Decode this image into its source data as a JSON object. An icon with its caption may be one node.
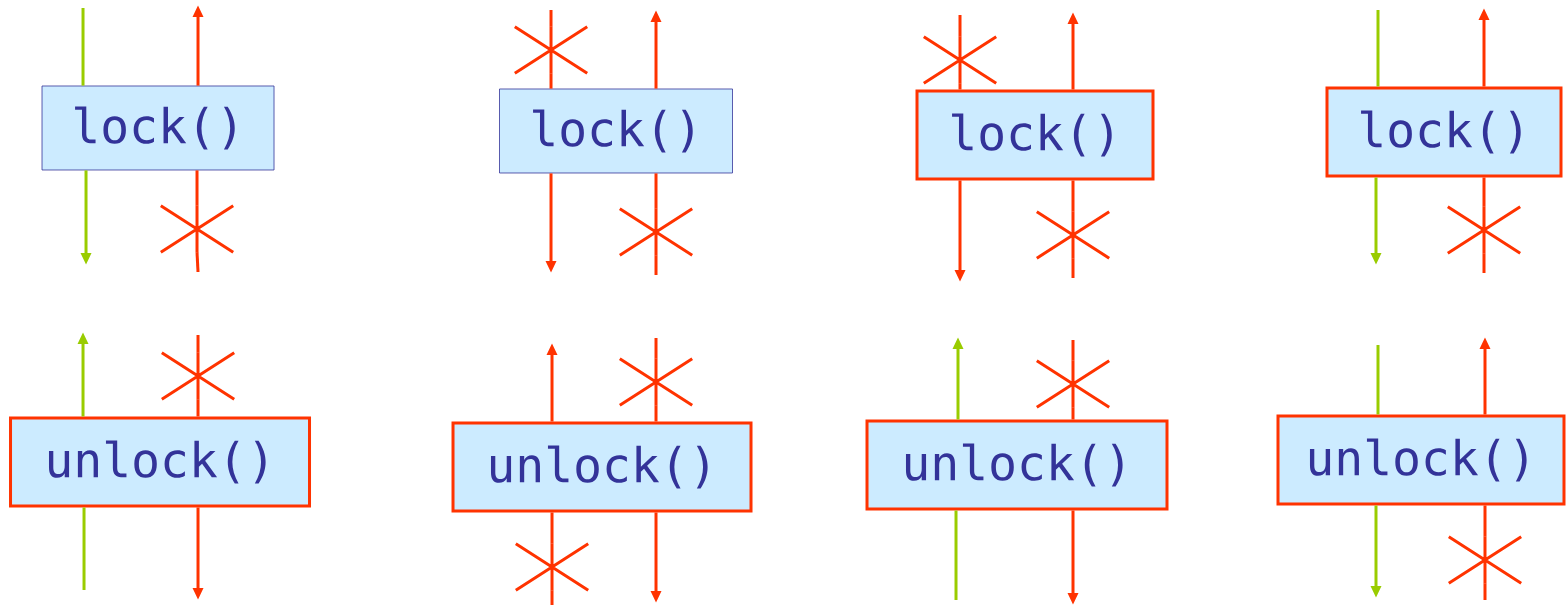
{
  "diagram": {
    "nodes": [
      {
        "text": [
          "lock()"
        ]
      },
      {
        "text": [],
        "shape": "star"
      },
      {
        "text": [
          "lock()"
        ]
      },
      {
        "text": [],
        "shape": "star"
      },
      {
        "text": [],
        "shape": "star"
      },
      {
        "text": [
          "lock()"
        ]
      },
      {
        "text": [],
        "shape": "star"
      },
      {
        "text": [],
        "shape": "star"
      },
      {
        "text": [
          "lock()"
        ]
      },
      {
        "text": [],
        "shape": "star"
      },
      {
        "text": [
          "unlock()"
        ]
      },
      {
        "text": [],
        "shape": "star"
      },
      {
        "text": [
          "unlock()"
        ]
      },
      {
        "text": [],
        "shape": "star"
      },
      {
        "text": [],
        "shape": "star"
      },
      {
        "text": [
          "unlock()"
        ]
      },
      {
        "text": [],
        "shape": "star"
      },
      {
        "text": [
          "unlock()"
        ]
      },
      {
        "text": [],
        "shape": "star"
      }
    ],
    "edges": [
      {
        "from": null,
        "to": 0,
        "arrow": "none",
        "color": "#99cc00"
      },
      {
        "from": 0,
        "to": null,
        "arrow": "to",
        "color": "#99cc00"
      },
      {
        "from": null,
        "to": 1,
        "arrow": "none"
      },
      {
        "from": 1,
        "to": 0,
        "arrow": "none"
      },
      {
        "from": 0,
        "to": null,
        "arrow": "to"
      },
      {
        "from": null,
        "to": 3,
        "arrow": "none"
      },
      {
        "from": 3,
        "to": 2,
        "arrow": "none"
      },
      {
        "from": 2,
        "to": null,
        "arrow": "to"
      },
      {
        "from": null,
        "to": 4,
        "arrow": "none"
      },
      {
        "from": 4,
        "to": 2,
        "arrow": "none"
      },
      {
        "from": 2,
        "to": null,
        "arrow": "to"
      },
      {
        "from": null,
        "to": 6,
        "arrow": "none"
      },
      {
        "from": 6,
        "to": 5,
        "arrow": "none"
      },
      {
        "from": 5,
        "to": null,
        "arrow": "to"
      },
      {
        "from": null,
        "to": 7,
        "arrow": "none"
      },
      {
        "from": 7,
        "to": 5,
        "arrow": "none"
      },
      {
        "from": 5,
        "to": null,
        "arrow": "to"
      },
      {
        "from": null,
        "to": 8,
        "arrow": "none",
        "color": "#99cc00"
      },
      {
        "from": 8,
        "to": null,
        "arrow": "to",
        "color": "#99cc00"
      },
      {
        "from": null,
        "to": 9,
        "arrow": "none"
      },
      {
        "from": 9,
        "to": 8,
        "arrow": "none"
      },
      {
        "from": 8,
        "to": null,
        "arrow": "to"
      },
      {
        "from": null,
        "to": 10,
        "arrow": "none",
        "color": "#99cc00"
      },
      {
        "from": 10,
        "to": null,
        "arrow": "to",
        "color": "#99cc00"
      },
      {
        "from": null,
        "to": 11,
        "arrow": "none"
      },
      {
        "from": 11,
        "to": 10,
        "arrow": "none"
      },
      {
        "from": 10,
        "to": null,
        "arrow": "to"
      },
      {
        "from": null,
        "to": 14,
        "arrow": "none"
      },
      {
        "from": 14,
        "to": 12,
        "arrow": "none"
      },
      {
        "from": 12,
        "to": null,
        "arrow": "to"
      },
      {
        "from": null,
        "to": 13,
        "arrow": "none"
      },
      {
        "from": 13,
        "to": 12,
        "arrow": "none"
      },
      {
        "from": 12,
        "to": null,
        "arrow": "to"
      },
      {
        "from": null,
        "to": 15,
        "arrow": "none",
        "color": "#99cc00"
      },
      {
        "from": 15,
        "to": null,
        "arrow": "to",
        "color": "#99cc00"
      },
      {
        "from": null,
        "to": 16,
        "arrow": "none"
      },
      {
        "from": 16,
        "to": 15,
        "arrow": "none"
      },
      {
        "from": 15,
        "to": null,
        "arrow": "to"
      },
      {
        "from": null,
        "to": 17,
        "arrow": "none",
        "color": "#99cc00"
      },
      {
        "from": 17,
        "to": null,
        "arrow": "to",
        "color": "#99cc00"
      },
      {
        "from": null,
        "to": 18,
        "arrow": "none"
      },
      {
        "from": 18,
        "to": 17,
        "arrow": "none"
      },
      {
        "from": 17,
        "to": null,
        "arrow": "to"
      }
    ]
  }
}
